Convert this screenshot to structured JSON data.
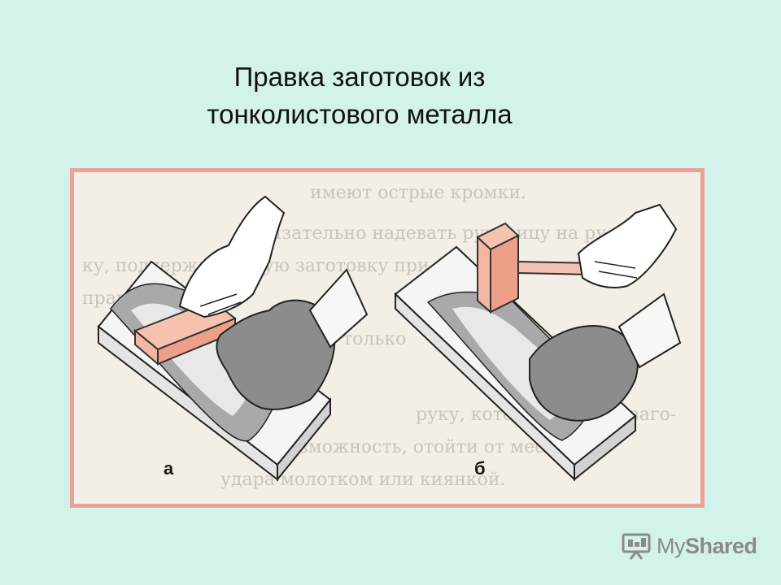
{
  "slide": {
    "title_line1": "Правка заготовок из",
    "title_line2": "тонколистового металла"
  },
  "figure": {
    "label_a": "а",
    "label_b": "б",
    "background_text": [
      "имеют острые кромки.",
      "Обязательно надевать рукавицу на ру-",
      "ку, поддерживающую заготовку при ее",
      "правке.",
      "только",
      "руку, которая держит заго-",
      "возможность, отойти от места",
      "удара молотком или киянкой."
    ]
  },
  "watermark": {
    "brand_prefix": "My",
    "brand_suffix": "Shared",
    "icon": "presentation-screen-icon"
  },
  "colors": {
    "background": "#d4f2ec",
    "frame_border": "#e9a396",
    "paper": "#f3efe6",
    "wood": "#f3b7a4",
    "glove": "#8c8c8c"
  }
}
